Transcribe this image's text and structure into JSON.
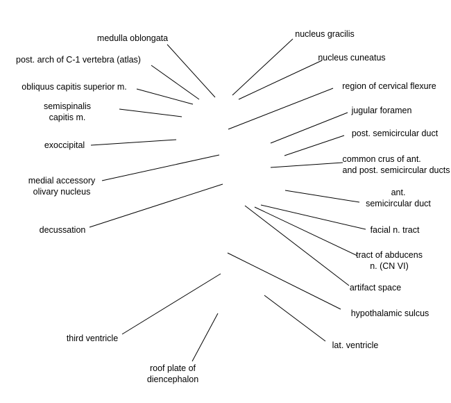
{
  "labels": {
    "medulla_oblongata": "medulla oblongata",
    "post_arch_c1": "post. arch of C-1 vertebra (atlas)",
    "obliquus_capitis": "obliquus capitis superior m.",
    "semispinalis_1": "semispinalis",
    "semispinalis_2": "capitis m.",
    "exoccipital": "exoccipital",
    "medial_accessory_1": "medial accessory",
    "medial_accessory_2": "olivary nucleus",
    "decussation": "decussation",
    "third_ventricle": "third ventricle",
    "roof_plate_1": "roof plate of",
    "roof_plate_2": "diencephalon",
    "nucleus_gracilis": "nucleus gracilis",
    "nucleus_cuneatus": "nucleus cuneatus",
    "cervical_flexure": "region of cervical flexure",
    "jugular_foramen": "jugular foramen",
    "post_semicircular_duct": "post. semicircular duct",
    "common_crus_1": "common crus of ant.",
    "common_crus_2": "and post. semicircular ducts",
    "ant_semicircular_1": "ant.",
    "ant_semicircular_2": "semicircular duct",
    "facial_tract": "facial n. tract",
    "abducens_1": "tract of abducens",
    "abducens_2": "n. (CN VI)",
    "artifact_space": "artifact space",
    "hypothalamic_sulcus": "hypothalamic sulcus",
    "lat_ventricle": "lat. ventricle"
  }
}
